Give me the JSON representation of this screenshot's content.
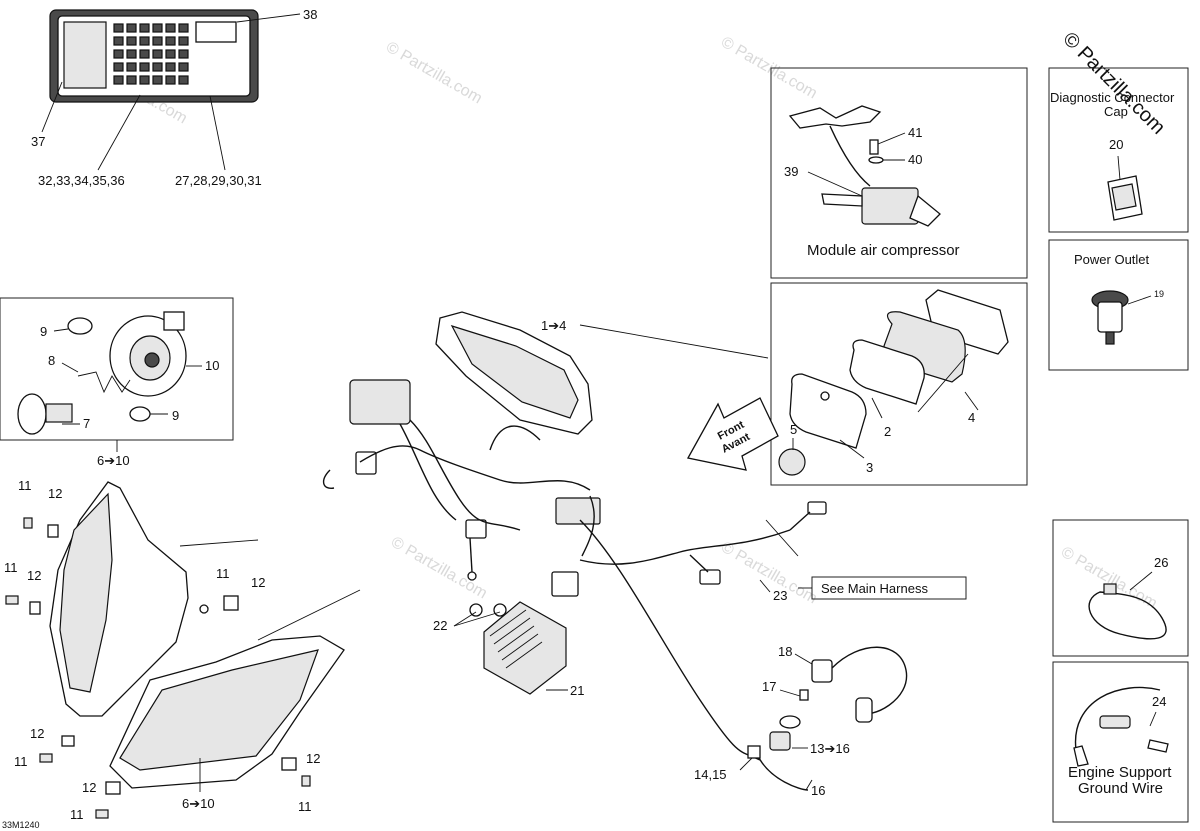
{
  "watermark": {
    "text": "© Partzilla.com"
  },
  "boxes": {
    "air_compressor": {
      "title": "Module air compressor"
    },
    "diagnostic": {
      "title_line1": "Diagnostic Connector",
      "title_line2": "Cap"
    },
    "power_outlet": {
      "title": "Power Outlet"
    },
    "ground_wire": {
      "title_line1": "Engine Support",
      "title_line2": "Ground Wire"
    }
  },
  "see_main_harness": "See Main Harness",
  "direction_arrow": {
    "line1": "Front",
    "line2": "Avant"
  },
  "figure_ref": "33M1240",
  "callouts": {
    "c38": "38",
    "c37": "37",
    "c32_36": "32,33,34,35,36",
    "c27_31": "27,28,29,30,31",
    "c41": "41",
    "c40": "40",
    "c39": "39",
    "c20": "20",
    "c19": "19",
    "c1_4": "1➔4",
    "c9a": "9",
    "c10": "10",
    "c8": "8",
    "c7": "7",
    "c9b": "9",
    "c6_10a": "6➔10",
    "c4": "4",
    "c2": "2",
    "c5": "5",
    "c3": "3",
    "c11a": "11",
    "c12a": "12",
    "c11b": "11",
    "c12b": "12",
    "c11c": "11",
    "c12c": "12",
    "c22": "22",
    "c21": "21",
    "c23": "23",
    "c26": "26",
    "c24": "24",
    "c18": "18",
    "c17": "17",
    "c13_16": "13➔16",
    "c14_15": "14,15",
    "c16": "16",
    "c12d": "12",
    "c11d": "11",
    "c12e": "12",
    "c11e": "11",
    "c6_10b": "6➔10",
    "c12f": "12",
    "c11f": "11"
  }
}
